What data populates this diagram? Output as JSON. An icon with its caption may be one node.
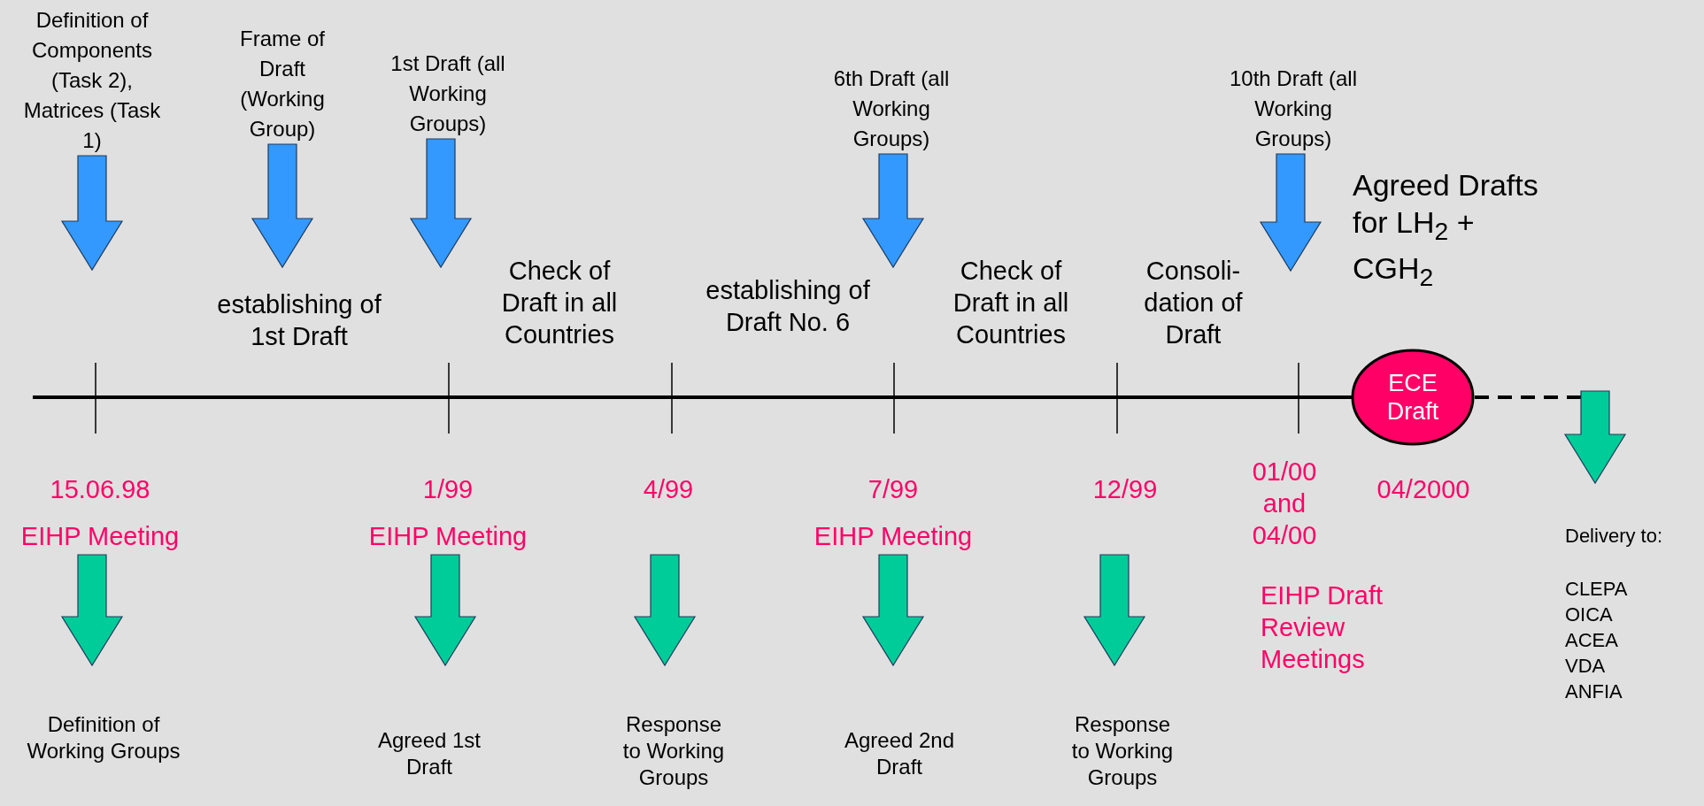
{
  "diagram": {
    "nodes": [
      {
        "text": [
          "Definition of Components (Task 2), Matrices (Task 1)"
        ]
      },
      {
        "text": [
          "Frame of Draft (Working Group)"
        ]
      },
      {
        "text": [
          "1st Draft (all Working Groups)"
        ]
      },
      {
        "text": [
          "6th Draft (all Working Groups)"
        ]
      },
      {
        "text": [
          "10th Draft (all Working Groups)"
        ]
      },
      {
        "text": [
          "ECE Draft"
        ]
      },
      {
        "text": [
          "15.06.98",
          "EIHP Meeting"
        ]
      },
      {
        "text": [
          "1/99",
          "EIHP Meeting"
        ]
      },
      {
        "text": [
          "4/99"
        ]
      },
      {
        "text": [
          "7/99",
          "EIHP Meeting"
        ]
      },
      {
        "text": [
          "12/99"
        ]
      },
      {
        "text": [
          "Definition of Working Groups"
        ]
      },
      {
        "text": [
          "Agreed 1st Draft"
        ]
      },
      {
        "text": [
          "Response to Working Groups"
        ]
      },
      {
        "text": [
          "Agreed 2nd Draft"
        ]
      },
      {
        "text": [
          "Response to Working Groups"
        ]
      },
      {
        "text": [
          "Delivery to:",
          "CLEPA OICA ACEA VDA ANFIA"
        ]
      }
    ],
    "edges": [
      {
        "from": 0,
        "to": null,
        "arrow": "to",
        "color": "#3399ff"
      },
      {
        "from": 1,
        "to": null,
        "arrow": "to",
        "color": "#3399ff"
      },
      {
        "from": 2,
        "to": null,
        "arrow": "to",
        "color": "#3399ff"
      },
      {
        "from": 3,
        "to": null,
        "arrow": "to",
        "color": "#3399ff"
      },
      {
        "from": 4,
        "to": null,
        "arrow": "to",
        "color": "#3399ff"
      },
      {
        "from": 6,
        "to": 11,
        "arrow": "to",
        "color": "#00cc99"
      },
      {
        "from": 7,
        "to": 12,
        "arrow": "to",
        "color": "#00cc99"
      },
      {
        "from": 8,
        "to": 13,
        "arrow": "to",
        "color": "#00cc99"
      },
      {
        "from": 9,
        "to": 14,
        "arrow": "to",
        "color": "#00cc99"
      },
      {
        "from": 10,
        "to": 15,
        "arrow": "to",
        "color": "#00cc99"
      },
      {
        "from": 5,
        "to": null,
        "arrow": "none",
        "style": "dashed"
      },
      {
        "from": null,
        "to": 16,
        "arrow": "to",
        "color": "#00cc99"
      }
    ],
    "labels": [
      "establishing of 1st Draft",
      "Check of Draft in all Countries",
      "establishing of Draft No. 6",
      "Check of Draft in all Countries",
      "Consoli- dation of Draft",
      "Agreed Drafts for LH$_{2}$ + CGH$_{2}$",
      "01/00 and 04/00",
      "EIHP Draft Review Meetings",
      "04/2000"
    ]
  }
}
